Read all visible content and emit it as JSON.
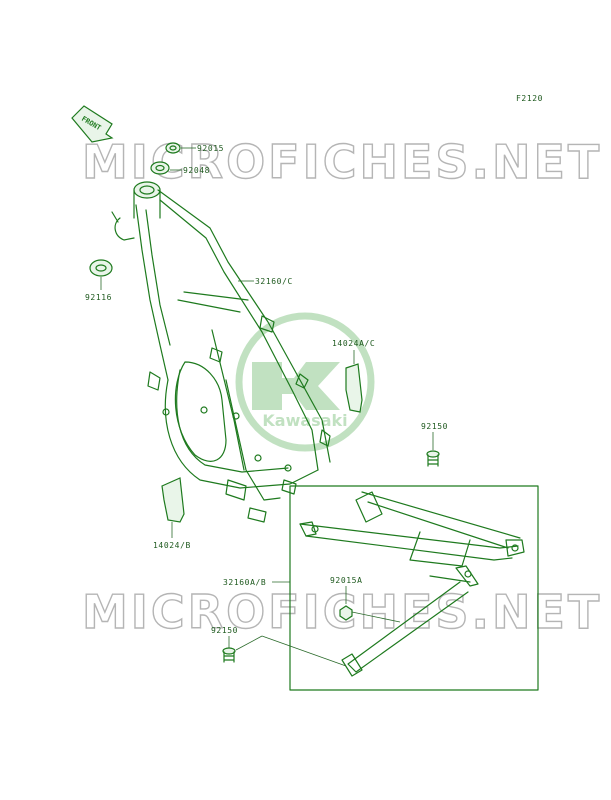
{
  "diagram": {
    "figure_code": "F2120",
    "front_label": "FRONT",
    "logo_text": "Kawasaki",
    "watermark_text": "MICROFICHES.NET",
    "parts": [
      {
        "id": "92015",
        "label": "92015"
      },
      {
        "id": "92048",
        "label": "92048"
      },
      {
        "id": "92116",
        "label": "92116"
      },
      {
        "id": "32160C",
        "label": "32160/C"
      },
      {
        "id": "14024AC",
        "label": "14024A/C"
      },
      {
        "id": "92150a",
        "label": "92150"
      },
      {
        "id": "14024B",
        "label": "14024/B"
      },
      {
        "id": "32160AB",
        "label": "32160A/B"
      },
      {
        "id": "92015A",
        "label": "92015A"
      },
      {
        "id": "92150b",
        "label": "92150"
      }
    ]
  },
  "colors": {
    "line": "#1e7a1e",
    "label": "#1f5a1f",
    "watermark": "#b5b5b5",
    "logo": "#8fc98f"
  }
}
